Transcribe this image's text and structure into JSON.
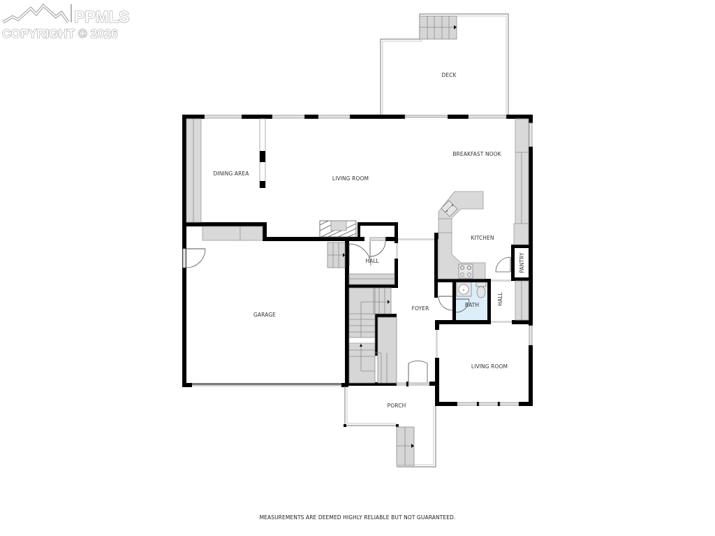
{
  "watermark": {
    "brand": "PPMLS",
    "copyright": "COPYRIGHT © 2026",
    "logo_icon": "mountain-peaks-icon"
  },
  "floorplan": {
    "rooms": [
      {
        "id": "deck",
        "label": "DECK"
      },
      {
        "id": "dining-area",
        "label": "DINING AREA"
      },
      {
        "id": "living-room-main",
        "label": "LIVING ROOM"
      },
      {
        "id": "breakfast-nook",
        "label": "BREAKFAST NOOK"
      },
      {
        "id": "kitchen",
        "label": "KITCHEN"
      },
      {
        "id": "pantry",
        "label": "PANTRY"
      },
      {
        "id": "hall-upper",
        "label": "HALL"
      },
      {
        "id": "garage",
        "label": "GARAGE"
      },
      {
        "id": "foyer",
        "label": "FOYER"
      },
      {
        "id": "bath",
        "label": "BATH"
      },
      {
        "id": "hall-side",
        "label": "HALL"
      },
      {
        "id": "living-room-front",
        "label": "LIVING ROOM"
      },
      {
        "id": "porch",
        "label": "PORCH"
      }
    ],
    "colors": {
      "wall": "#000000",
      "fixture_fill": "#d9d9d9",
      "bath_floor": "#dceefa",
      "background": "#ffffff"
    }
  },
  "footer": {
    "disclaimer": "MEASUREMENTS ARE DEEMED HIGHLY RELIABLE BUT NOT GUARANTEED."
  }
}
